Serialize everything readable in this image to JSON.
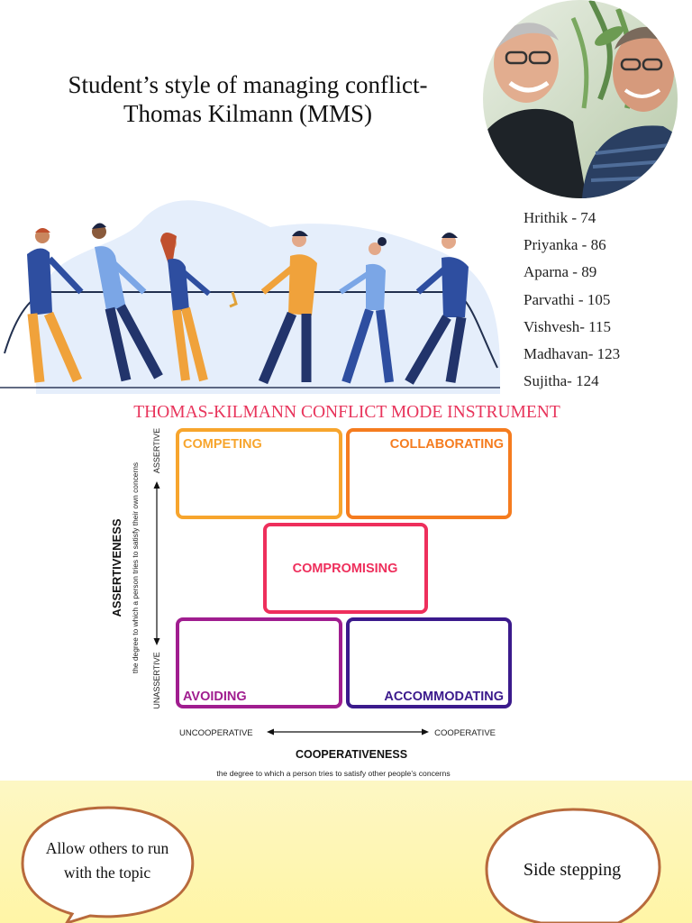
{
  "title": {
    "line1": "Student’s style of managing conflict-",
    "line2": "Thomas Kilmann (MMS)"
  },
  "scores": [
    {
      "text": "Hrithik - 74"
    },
    {
      "text": "Priyanka - 86"
    },
    {
      "text": "Aparna - 89"
    },
    {
      "text": "Parvathi - 105"
    },
    {
      "text": "Vishvesh- 115"
    },
    {
      "text": "Madhavan- 123"
    },
    {
      "text": "Sujitha- 124"
    }
  ],
  "instrument": {
    "title": "THOMAS-KILMANN CONFLICT MODE INSTRUMENT",
    "modes": {
      "competing": "COMPETING",
      "collaborating": "COLLABORATING",
      "compromising": "COMPROMISING",
      "avoiding": "AVOIDING",
      "accommodating": "ACCOMMODATING"
    },
    "y_axis": {
      "label": "ASSERTIVENESS",
      "description": "the degree to which a person tries to satisfy their own concerns",
      "high": "ASSERTIVE",
      "low": "UNASSERTIVE"
    },
    "x_axis": {
      "label": "COOPERATIVENESS",
      "description": "the degree to which a person tries to satisfy other people’s concerns",
      "low": "UNCOOPERATIVE",
      "high": "COOPERATIVE"
    },
    "colors": {
      "competing": "#f7a52d",
      "collaborating": "#f57c1f",
      "compromising": "#ee2f5c",
      "avoiding": "#a01d8f",
      "accommodating": "#3b1a8c",
      "title": "#e8345b"
    }
  },
  "bubbles": [
    {
      "text": "Allow others to run with the topic"
    },
    {
      "text": "Side stepping"
    }
  ]
}
